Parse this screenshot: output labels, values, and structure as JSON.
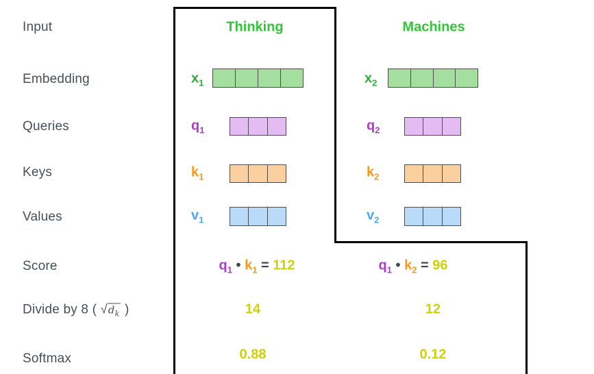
{
  "row_labels": {
    "input": "Input",
    "embedding": "Embedding",
    "queries": "Queries",
    "keys": "Keys",
    "values": "Values",
    "score": "Score",
    "divide": {
      "prefix": "Divide by 8 (",
      "radical": "√",
      "radicand": "d",
      "radicand_sub": "k",
      "suffix": ")"
    },
    "softmax": "Softmax"
  },
  "columns": [
    {
      "header": "Thinking",
      "vectors": {
        "embedding": {
          "symbol": "x",
          "subscript": "1",
          "cell_count": 4
        },
        "query": {
          "symbol": "q",
          "subscript": "1",
          "cell_count": 3
        },
        "key": {
          "symbol": "k",
          "subscript": "1",
          "cell_count": 3
        },
        "value": {
          "symbol": "v",
          "subscript": "1",
          "cell_count": 3
        }
      },
      "score": {
        "lhs_symbol": "q",
        "lhs_subscript": "1",
        "operator": "•",
        "rhs_symbol": "k",
        "rhs_subscript": "1",
        "equals": "=",
        "result": "112"
      },
      "divide_result": "14",
      "softmax_result": "0.88"
    },
    {
      "header": "Machines",
      "vectors": {
        "embedding": {
          "symbol": "x",
          "subscript": "2",
          "cell_count": 4
        },
        "query": {
          "symbol": "q",
          "subscript": "2",
          "cell_count": 3
        },
        "key": {
          "symbol": "k",
          "subscript": "2",
          "cell_count": 3
        },
        "value": {
          "symbol": "v",
          "subscript": "2",
          "cell_count": 3
        }
      },
      "score": {
        "lhs_symbol": "q",
        "lhs_subscript": "1",
        "operator": "•",
        "rhs_symbol": "k",
        "rhs_subscript": "2",
        "equals": "=",
        "result": "96"
      },
      "divide_result": "12",
      "softmax_result": "0.12"
    }
  ],
  "colors": {
    "label_text": "#454f5b",
    "dark_text": "#3f4750",
    "header_green": "#33c43a",
    "x_green": "#2fae37",
    "green_cell": "#a5df9f",
    "purple": "#a93cc9",
    "purple_cell": "#e5bbf3",
    "orange": "#f7981f",
    "orange_cell": "#fccf9e",
    "blue": "#4ea7f5",
    "blue_cell": "#b9dbf9",
    "yellow": "#cfd106",
    "cell_border": "#4c4c4c",
    "outline": "#000000"
  }
}
